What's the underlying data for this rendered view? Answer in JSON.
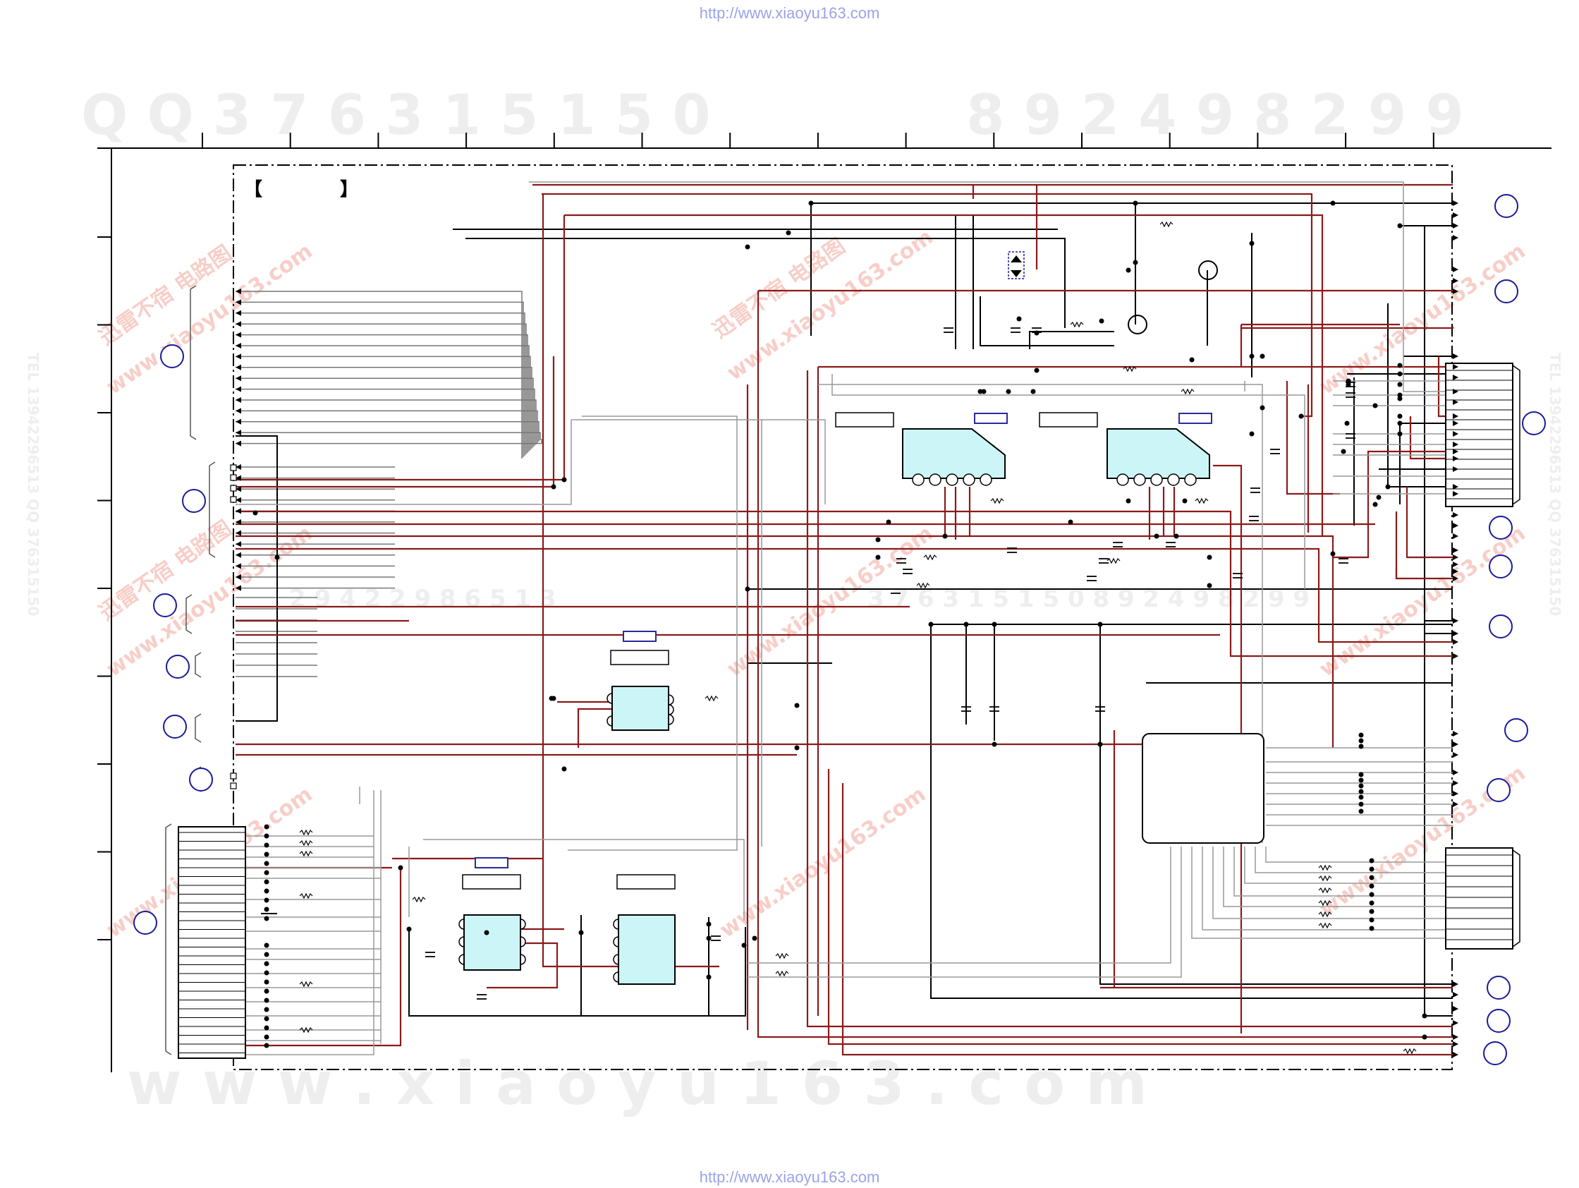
{
  "source_url_top": "http://www.xiaoyu163.com",
  "source_url_bottom": "http://www.xiaoyu163.com",
  "watermark_top_left": "Q Q 3 7 6 3 1 5 1 5 0",
  "watermark_top_right": "8 9 2 4 9 8 2 9 9",
  "watermark_bottom": "w w w . x i a o y u 1 6 3 . c o m",
  "watermark_mid": "2 9 4 2 2 9 8 6 5 1 3",
  "watermark_mid_right": "3 7 6 3 1 5 1 5 0   8 9 2 4 9 8 2 9 9",
  "watermark_red_domain": "www.xiaoyu163.com",
  "watermark_red_cn": "迅雷不宿 电路图",
  "watermark_side": "TEL 13942296513   QQ 376315150",
  "title_bracket_open": "【",
  "title_bracket_close": "】",
  "colors": {
    "wire_dark": "#000000",
    "wire_red": "#8b1a1a",
    "wire_gray": "#888888",
    "ic_fill": "#ccf5f7",
    "connector_circle": "#1a1a9a",
    "label_box_blue": "#2a2aa0",
    "watermark_gray": "#eeeeee",
    "watermark_red": "#f6c9c2"
  }
}
